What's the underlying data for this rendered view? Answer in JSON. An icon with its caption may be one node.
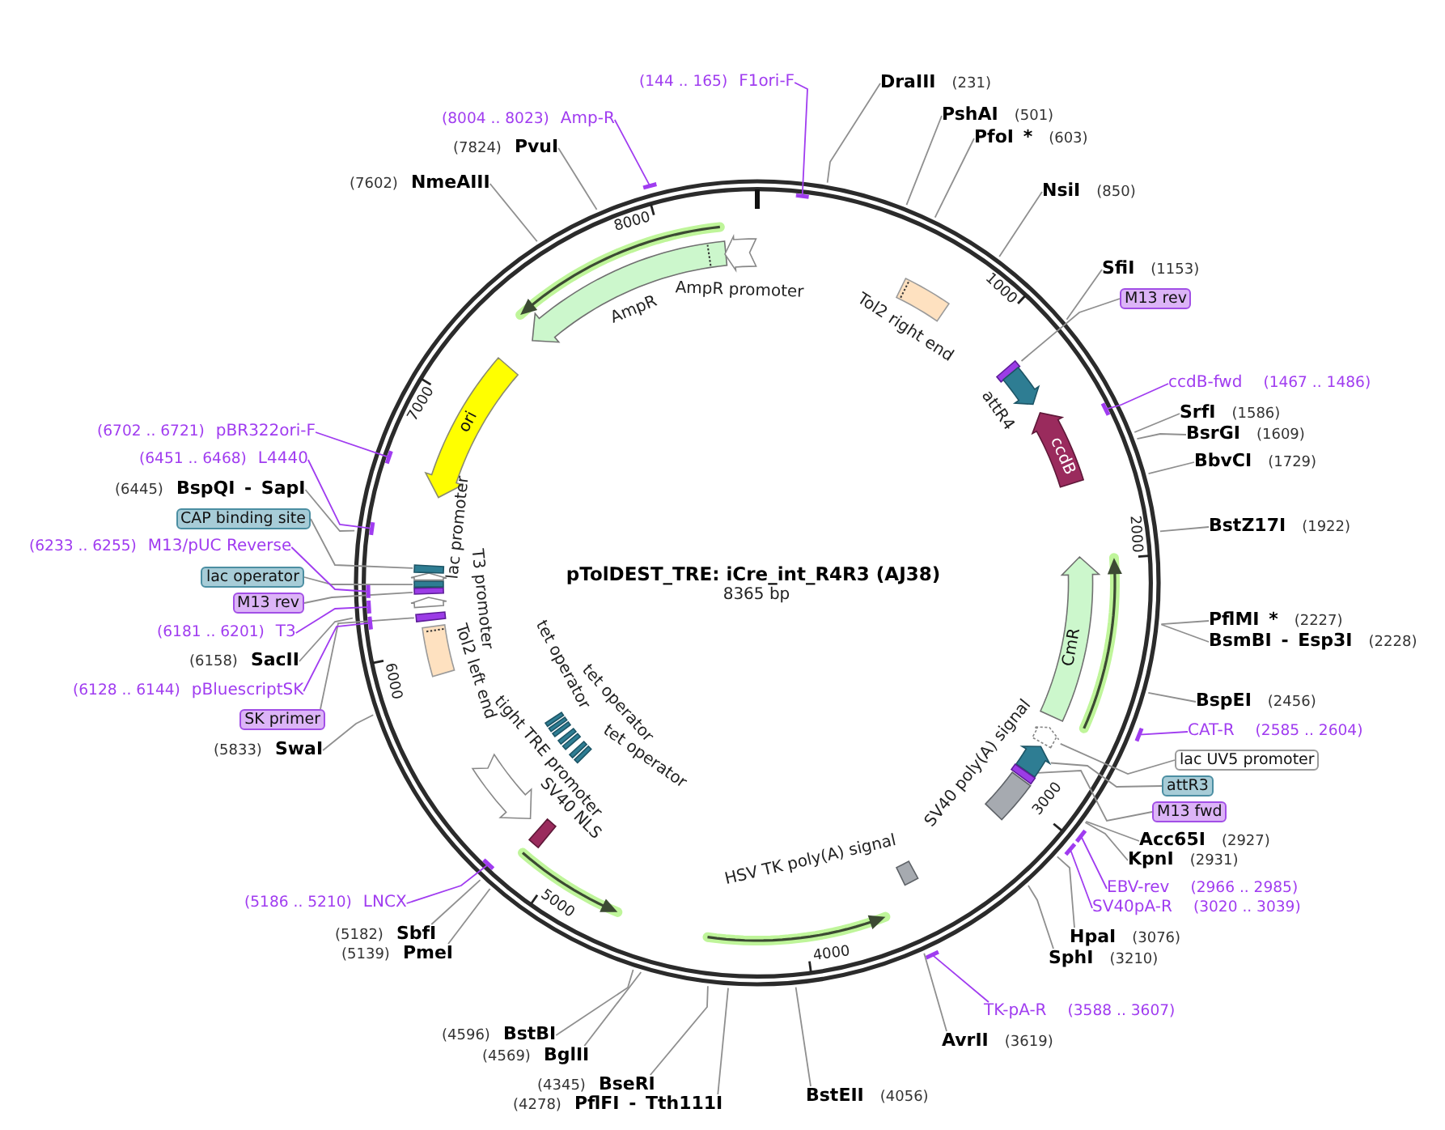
{
  "diagram": {
    "title": "pTolDEST_TRE: iCre_int_R4R3 (AJ38)",
    "nodes": [
      {
        "text": [
          "(144 .. 165)",
          "F1ori-F"
        ]
      },
      {
        "text": [
          "DraIII",
          "(231)"
        ]
      },
      {
        "text": [
          "PshAI",
          "(501)"
        ]
      },
      {
        "text": [
          "PfoI *",
          "(603)"
        ]
      },
      {
        "text": [
          "NsiI",
          "(850)"
        ]
      },
      {
        "text": [
          "SfiI",
          "(1153)"
        ]
      },
      {
        "text": [
          "M13 rev"
        ]
      },
      {
        "text": [
          "ccdB-fwd",
          "(1467 .. 1486)"
        ]
      },
      {
        "text": [
          "SrfI",
          "(1586)"
        ]
      },
      {
        "text": [
          "BsrGI",
          "(1609)"
        ]
      },
      {
        "text": [
          "BbvCI",
          "(1729)"
        ]
      },
      {
        "text": [
          "BstZ17I",
          "(1922)"
        ]
      },
      {
        "text": [
          "PflMI *",
          "(2227)"
        ]
      },
      {
        "text": [
          "BsmBI - Esp3I",
          "(2228)"
        ]
      },
      {
        "text": [
          "BspEI",
          "(2456)"
        ]
      },
      {
        "text": [
          "CAT-R",
          "(2585 .. 2604)"
        ]
      },
      {
        "text": [
          "lac UV5 promoter"
        ]
      },
      {
        "text": [
          "attR3"
        ]
      },
      {
        "text": [
          "M13 fwd"
        ]
      },
      {
        "text": [
          "Acc65I",
          "(2927)"
        ]
      },
      {
        "text": [
          "KpnI",
          "(2931)"
        ]
      },
      {
        "text": [
          "EBV-rev",
          "(2966 .. 2985)"
        ]
      },
      {
        "text": [
          "SV40pA-R",
          "(3020 .. 3039)"
        ]
      },
      {
        "text": [
          "HpaI",
          "(3076)"
        ]
      },
      {
        "text": [
          "SphI",
          "(3210)"
        ]
      },
      {
        "text": [
          "TK-pA-R",
          "(3588 .. 3607)"
        ]
      },
      {
        "text": [
          "AvrII",
          "(3619)"
        ]
      },
      {
        "text": [
          "BstEII",
          "(4056)"
        ]
      },
      {
        "text": [
          "(4278)",
          "PflFI - Tth111I"
        ]
      },
      {
        "text": [
          "(4345)",
          "BseRI"
        ]
      },
      {
        "text": [
          "(4569)",
          "BglII"
        ]
      },
      {
        "text": [
          "(4596)",
          "BstBI"
        ]
      },
      {
        "text": [
          "(5139)",
          "PmeI"
        ]
      },
      {
        "text": [
          "(5182)",
          "SbfI"
        ]
      },
      {
        "text": [
          "(5186 .. 5210)",
          "LNCX"
        ]
      },
      {
        "text": [
          "(5833)",
          "SwaI"
        ]
      },
      {
        "text": [
          "SK primer"
        ]
      },
      {
        "text": [
          "(6128 .. 6144)",
          "pBluescriptSK"
        ]
      },
      {
        "text": [
          "(6158)",
          "SacII"
        ]
      },
      {
        "text": [
          "(6181 .. 6201)",
          "T3"
        ]
      },
      {
        "text": [
          "M13 rev"
        ]
      },
      {
        "text": [
          "lac operator"
        ]
      },
      {
        "text": [
          "(6233 .. 6255)",
          "M13/pUC Reverse"
        ]
      },
      {
        "text": [
          "CAP binding site"
        ]
      },
      {
        "text": [
          "(6445)",
          "BspQI - SapI"
        ]
      },
      {
        "text": [
          "(6451 .. 6468)",
          "L4440"
        ]
      },
      {
        "text": [
          "(6702 .. 6721)",
          "pBR322ori-F"
        ]
      },
      {
        "text": [
          "(7602)",
          "NmeAIII"
        ]
      },
      {
        "text": [
          "(7824)",
          "PvuI"
        ]
      },
      {
        "text": [
          "(8004 .. 8023)",
          "Amp-R"
        ]
      },
      {
        "text": [],
        "shape": "box",
        "beside": [
          "Tol2 right end"
        ]
      },
      {
        "text": [],
        "shape": "bar"
      },
      {
        "text": [],
        "shape": "arrow",
        "beside": [
          "attR4"
        ]
      },
      {
        "text": [
          "ccdB"
        ]
      },
      {
        "text": [
          "CmR"
        ]
      },
      {
        "text": [],
        "shape": "arrow"
      },
      {
        "text": [],
        "shape": "arrow"
      },
      {
        "text": [],
        "shape": "bar"
      },
      {
        "text": [],
        "shape": "box",
        "beside": [
          "SV40 poly(A) signal"
        ]
      },
      {
        "text": [],
        "shape": "box",
        "beside": [
          "HSV TK poly(A) signal"
        ]
      },
      {
        "text": [],
        "shape": "bar",
        "beside": [
          "SV40 NLS"
        ]
      },
      {
        "text": [],
        "shape": "arrow",
        "beside": [
          "tight TRE promoter"
        ]
      },
      {
        "text": [],
        "shape": "bar",
        "beside": [
          "tet operator"
        ]
      },
      {
        "text": [],
        "shape": "bar",
        "beside": [
          "tet operator"
        ]
      },
      {
        "text": [],
        "shape": "bar",
        "beside": [
          "tet operator"
        ]
      },
      {
        "text": [],
        "shape": "box",
        "beside": [
          "Tol2 left end"
        ]
      },
      {
        "text": [],
        "shape": "bar"
      },
      {
        "text": [],
        "shape": "arrow",
        "beside": [
          "T3 promoter"
        ]
      },
      {
        "text": [],
        "shape": "bar"
      },
      {
        "text": [],
        "shape": "bar"
      },
      {
        "text": [],
        "shape": "arrow",
        "beside": [
          "lac promoter"
        ]
      },
      {
        "text": [],
        "shape": "bar"
      },
      {
        "text": [
          "ori"
        ]
      },
      {
        "text": [],
        "shape": "arrow",
        "beside": [
          "AmpR"
        ]
      },
      {
        "text": [],
        "shape": "arrow"
      }
    ],
    "edges": [
      {
        "from": 0,
        "to": null,
        "arrow": "none",
        "color": "#a03cf0"
      },
      {
        "from": 1,
        "to": null,
        "arrow": "none"
      },
      {
        "from": 2,
        "to": null,
        "arrow": "none"
      },
      {
        "from": 3,
        "to": null,
        "arrow": "none"
      },
      {
        "from": 4,
        "to": null,
        "arrow": "none"
      },
      {
        "from": 5,
        "to": null,
        "arrow": "none"
      },
      {
        "from": 6,
        "to": 51,
        "arrow": "none"
      },
      {
        "from": 7,
        "to": null,
        "arrow": "none",
        "color": "#a03cf0"
      },
      {
        "from": 8,
        "to": null,
        "arrow": "none"
      },
      {
        "from": 9,
        "to": null,
        "arrow": "none"
      },
      {
        "from": 10,
        "to": null,
        "arrow": "none"
      },
      {
        "from": 11,
        "to": null,
        "arrow": "none"
      },
      {
        "from": 12,
        "to": null,
        "arrow": "none"
      },
      {
        "from": 13,
        "to": null,
        "arrow": "none"
      },
      {
        "from": 14,
        "to": null,
        "arrow": "none"
      },
      {
        "from": 15,
        "to": null,
        "arrow": "none",
        "color": "#a03cf0"
      },
      {
        "from": 16,
        "to": 55,
        "arrow": "none"
      },
      {
        "from": 17,
        "to": 56,
        "arrow": "none"
      },
      {
        "from": 18,
        "to": 57,
        "arrow": "none"
      },
      {
        "from": 19,
        "to": null,
        "arrow": "none"
      },
      {
        "from": 20,
        "to": null,
        "arrow": "none"
      },
      {
        "from": 21,
        "to": null,
        "arrow": "none",
        "color": "#a03cf0"
      },
      {
        "from": 22,
        "to": null,
        "arrow": "none",
        "color": "#a03cf0"
      },
      {
        "from": 23,
        "to": null,
        "arrow": "none"
      },
      {
        "from": 24,
        "to": null,
        "arrow": "none"
      },
      {
        "from": 25,
        "to": null,
        "arrow": "none",
        "color": "#a03cf0"
      },
      {
        "from": 26,
        "to": null,
        "arrow": "none"
      },
      {
        "from": 27,
        "to": null,
        "arrow": "none"
      },
      {
        "from": 28,
        "to": null,
        "arrow": "none"
      },
      {
        "from": 29,
        "to": null,
        "arrow": "none"
      },
      {
        "from": 30,
        "to": null,
        "arrow": "none"
      },
      {
        "from": 31,
        "to": null,
        "arrow": "none"
      },
      {
        "from": 32,
        "to": null,
        "arrow": "none"
      },
      {
        "from": 33,
        "to": null,
        "arrow": "none"
      },
      {
        "from": 34,
        "to": null,
        "arrow": "none",
        "color": "#a03cf0"
      },
      {
        "from": 35,
        "to": null,
        "arrow": "none"
      },
      {
        "from": 36,
        "to": 66,
        "arrow": "none"
      },
      {
        "from": 37,
        "to": null,
        "arrow": "none",
        "color": "#a03cf0"
      },
      {
        "from": 38,
        "to": null,
        "arrow": "none"
      },
      {
        "from": 39,
        "to": null,
        "arrow": "none",
        "color": "#a03cf0"
      },
      {
        "from": 40,
        "to": 68,
        "arrow": "none"
      },
      {
        "from": 41,
        "to": 69,
        "arrow": "none"
      },
      {
        "from": 42,
        "to": null,
        "arrow": "none",
        "color": "#a03cf0"
      },
      {
        "from": 43,
        "to": 71,
        "arrow": "none"
      },
      {
        "from": 44,
        "to": null,
        "arrow": "none"
      },
      {
        "from": 45,
        "to": null,
        "arrow": "none",
        "color": "#a03cf0"
      },
      {
        "from": 46,
        "to": null,
        "arrow": "none",
        "color": "#a03cf0"
      },
      {
        "from": 47,
        "to": null,
        "arrow": "none"
      },
      {
        "from": 48,
        "to": null,
        "arrow": "none"
      },
      {
        "from": 49,
        "to": null,
        "arrow": "none",
        "color": "#a03cf0"
      }
    ],
    "labels": [
      "AmpR promoter",
      "8365 bp",
      "1000",
      "2000",
      "3000",
      "4000",
      "5000",
      "6000",
      "7000",
      "8000"
    ]
  }
}
